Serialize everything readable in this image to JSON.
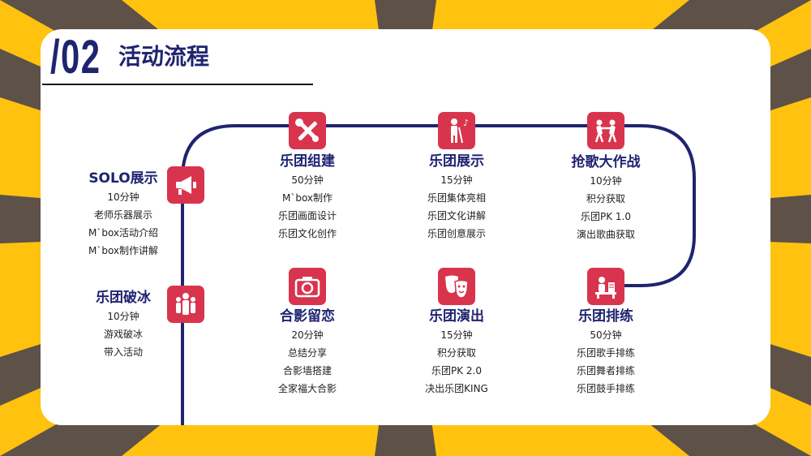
{
  "section": {
    "number": "/02",
    "title": "活动流程"
  },
  "colors": {
    "accent": "#d9344d",
    "navy": "#1f2470",
    "yellow": "#ffc20e",
    "gray": "#5e5148"
  },
  "steps": [
    {
      "id": "solo",
      "icon": "megaphone-icon",
      "title": "SOLO展示",
      "items": [
        "10分钟",
        "老师乐器展示",
        "M`box活动介绍",
        "M`box制作讲解"
      ]
    },
    {
      "id": "icebreak",
      "icon": "group-icon",
      "title": "乐团破冰",
      "items": [
        "10分钟",
        "游戏破冰",
        "带入活动"
      ]
    },
    {
      "id": "form",
      "icon": "tools-icon",
      "title": "乐团组建",
      "items": [
        "50分钟",
        "M`box制作",
        "乐团画面设计",
        "乐团文化创作"
      ]
    },
    {
      "id": "show",
      "icon": "singer-icon",
      "title": "乐团展示",
      "items": [
        "15分钟",
        "乐团集体亮相",
        "乐团文化讲解",
        "乐团创意展示"
      ]
    },
    {
      "id": "battle",
      "icon": "dance-icon",
      "title": "抢歌大作战",
      "items": [
        "10分钟",
        "积分获取",
        "乐团PK 1.0",
        "演出歌曲获取"
      ]
    },
    {
      "id": "photo",
      "icon": "camera-icon",
      "title": "合影留恋",
      "items": [
        "20分钟",
        "总结分享",
        "合影墙搭建",
        "全家福大合影"
      ]
    },
    {
      "id": "perform",
      "icon": "masks-icon",
      "title": "乐团演出",
      "items": [
        "15分钟",
        "积分获取",
        "乐团PK 2.0",
        "决出乐团KING"
      ]
    },
    {
      "id": "rehearse",
      "icon": "rehearsal-icon",
      "title": "乐团排练",
      "items": [
        "50分钟",
        "乐团歌手排练",
        "乐团舞者排练",
        "乐团鼓手排练"
      ]
    }
  ]
}
